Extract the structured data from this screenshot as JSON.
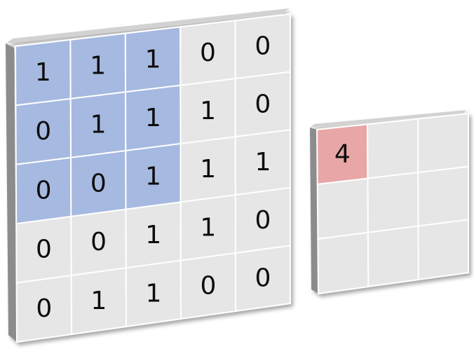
{
  "input_grid": {
    "rows": [
      [
        "1",
        "1",
        "1",
        "0",
        "0"
      ],
      [
        "0",
        "1",
        "1",
        "1",
        "0"
      ],
      [
        "0",
        "0",
        "1",
        "1",
        "1"
      ],
      [
        "0",
        "0",
        "1",
        "1",
        "0"
      ],
      [
        "0",
        "1",
        "1",
        "0",
        "0"
      ]
    ],
    "highlight": {
      "rows": [
        0,
        1,
        2
      ],
      "cols": [
        0,
        1,
        2
      ]
    },
    "highlight_color": "#a6b9e0"
  },
  "output_grid": {
    "rows": [
      [
        "4",
        "",
        ""
      ],
      [
        "",
        "",
        ""
      ],
      [
        "",
        "",
        ""
      ]
    ],
    "highlight": {
      "row": 0,
      "col": 0
    },
    "highlight_color": "#e8a6a6"
  },
  "colors": {
    "cell_fill": "#e6e6e6",
    "grid_line": "#ffffff",
    "side_dark": "#8c8c8c",
    "side_light": "#b5b5b5",
    "top_light": "#d2d2d2"
  }
}
